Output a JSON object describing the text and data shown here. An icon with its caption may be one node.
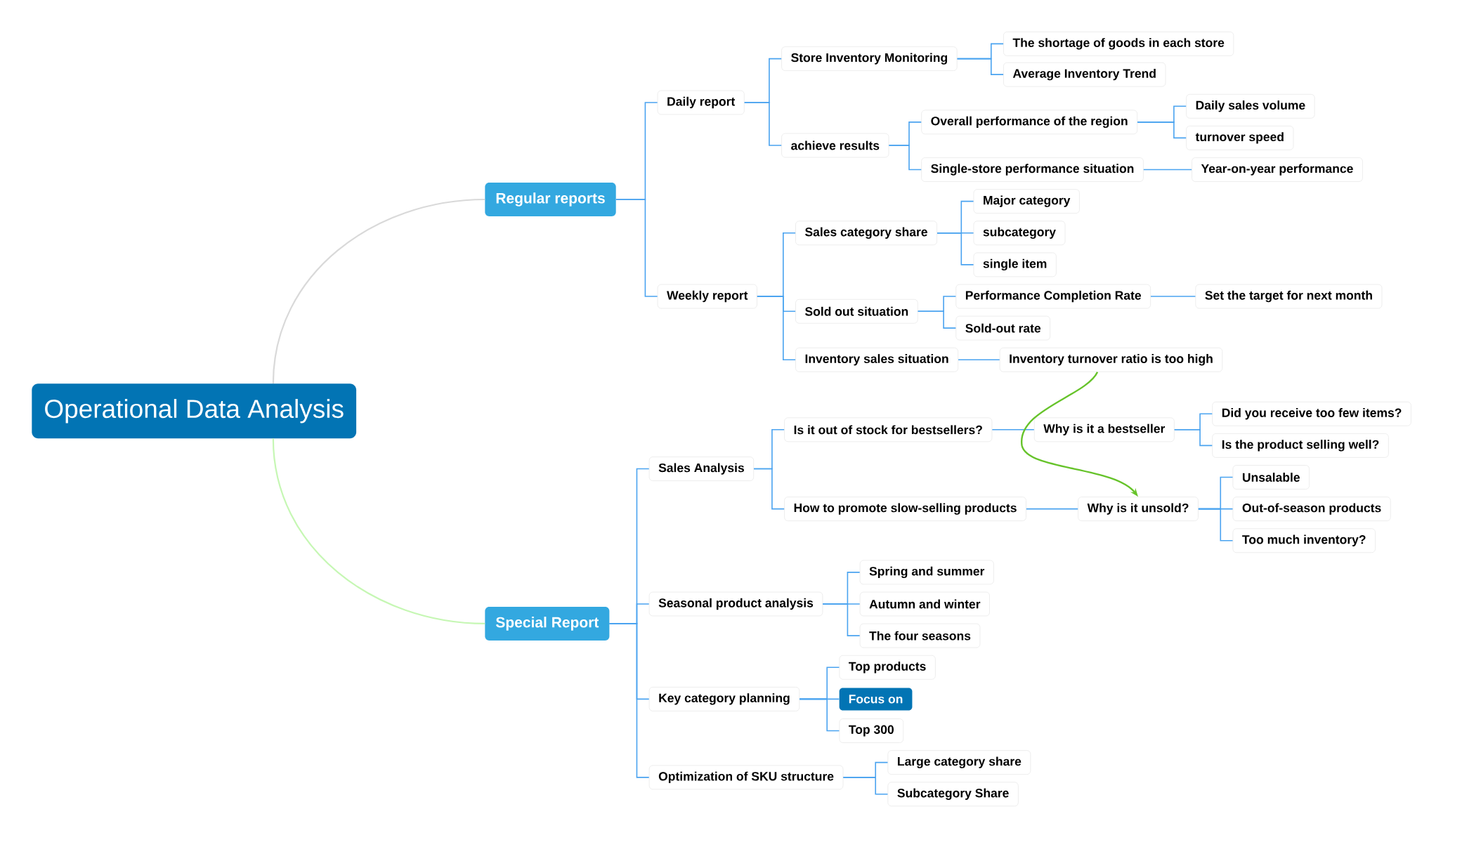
{
  "diagram": {
    "nodes": [
      {
        "text": [
          "Operational Data Analysis"
        ]
      },
      {
        "text": [
          "Regular reports"
        ]
      },
      {
        "text": [
          "Daily report"
        ]
      },
      {
        "text": [
          "Store Inventory Monitoring"
        ]
      },
      {
        "text": [
          "The shortage of goods in each store"
        ]
      },
      {
        "text": [
          "Average Inventory Trend"
        ]
      },
      {
        "text": [
          "achieve results"
        ]
      },
      {
        "text": [
          "Overall performance of the region"
        ]
      },
      {
        "text": [
          "Daily sales volume"
        ]
      },
      {
        "text": [
          "turnover speed"
        ]
      },
      {
        "text": [
          "Single-store performance situation"
        ]
      },
      {
        "text": [
          "Year-on-year performance"
        ]
      },
      {
        "text": [
          "Weekly report"
        ]
      },
      {
        "text": [
          "Sales category share"
        ]
      },
      {
        "text": [
          "Major category"
        ]
      },
      {
        "text": [
          "subcategory"
        ]
      },
      {
        "text": [
          "single item"
        ]
      },
      {
        "text": [
          "Sold out situation"
        ]
      },
      {
        "text": [
          "Performance Completion Rate"
        ]
      },
      {
        "text": [
          "Set the target for next month"
        ]
      },
      {
        "text": [
          "Sold-out rate"
        ]
      },
      {
        "text": [
          "Inventory sales situation"
        ]
      },
      {
        "text": [
          "Inventory turnover ratio is too high"
        ]
      },
      {
        "text": [
          "Special Report"
        ]
      },
      {
        "text": [
          "Sales Analysis"
        ]
      },
      {
        "text": [
          "Is it out of stock for bestsellers?"
        ]
      },
      {
        "text": [
          "Why is it a bestseller"
        ]
      },
      {
        "text": [
          "Did you receive too few items?"
        ]
      },
      {
        "text": [
          "Is the product selling well?"
        ]
      },
      {
        "text": [
          "How to promote slow-selling products"
        ]
      },
      {
        "text": [
          "Why is it unsold?"
        ]
      },
      {
        "text": [
          "Unsalable"
        ]
      },
      {
        "text": [
          "Out-of-season products"
        ]
      },
      {
        "text": [
          "Too much inventory?"
        ]
      },
      {
        "text": [
          "Seasonal product analysis"
        ]
      },
      {
        "text": [
          "Spring and summer"
        ]
      },
      {
        "text": [
          "Autumn and winter"
        ]
      },
      {
        "text": [
          "The four seasons"
        ]
      },
      {
        "text": [
          "Key category planning"
        ]
      },
      {
        "text": [
          "Top products"
        ]
      },
      {
        "text": [
          "Focus on"
        ]
      },
      {
        "text": [
          "Top 300"
        ]
      },
      {
        "text": [
          "Optimization of SKU structure"
        ]
      },
      {
        "text": [
          "Large category share"
        ]
      },
      {
        "text": [
          "Subcategory Share"
        ]
      }
    ],
    "edges": [
      {
        "from": 0,
        "to": 1,
        "arrow": "none",
        "color": "#d9d9d9"
      },
      {
        "from": 1,
        "to": 2,
        "arrow": "none"
      },
      {
        "from": 2,
        "to": 3,
        "arrow": "none"
      },
      {
        "from": 3,
        "to": 4,
        "arrow": "none"
      },
      {
        "from": 3,
        "to": 5,
        "arrow": "none"
      },
      {
        "from": 2,
        "to": 6,
        "arrow": "none"
      },
      {
        "from": 6,
        "to": 7,
        "arrow": "none"
      },
      {
        "from": 7,
        "to": 8,
        "arrow": "none"
      },
      {
        "from": 7,
        "to": 9,
        "arrow": "none"
      },
      {
        "from": 6,
        "to": 10,
        "arrow": "none"
      },
      {
        "from": 10,
        "to": 11,
        "arrow": "none"
      },
      {
        "from": 1,
        "to": 12,
        "arrow": "none"
      },
      {
        "from": 12,
        "to": 13,
        "arrow": "none"
      },
      {
        "from": 13,
        "to": 14,
        "arrow": "none"
      },
      {
        "from": 13,
        "to": 15,
        "arrow": "none"
      },
      {
        "from": 13,
        "to": 16,
        "arrow": "none"
      },
      {
        "from": 12,
        "to": 17,
        "arrow": "none"
      },
      {
        "from": 17,
        "to": 18,
        "arrow": "none"
      },
      {
        "from": 18,
        "to": 19,
        "arrow": "none"
      },
      {
        "from": 17,
        "to": 20,
        "arrow": "none"
      },
      {
        "from": 12,
        "to": 21,
        "arrow": "none"
      },
      {
        "from": 21,
        "to": 22,
        "arrow": "none"
      },
      {
        "from": 0,
        "to": 23,
        "arrow": "none",
        "color": "#c6f7b4"
      },
      {
        "from": 23,
        "to": 24,
        "arrow": "none"
      },
      {
        "from": 24,
        "to": 25,
        "arrow": "none"
      },
      {
        "from": 25,
        "to": 26,
        "arrow": "none"
      },
      {
        "from": 26,
        "to": 27,
        "arrow": "none"
      },
      {
        "from": 26,
        "to": 28,
        "arrow": "none"
      },
      {
        "from": 24,
        "to": 29,
        "arrow": "none"
      },
      {
        "from": 29,
        "to": 30,
        "arrow": "none"
      },
      {
        "from": 30,
        "to": 31,
        "arrow": "none"
      },
      {
        "from": 30,
        "to": 32,
        "arrow": "none"
      },
      {
        "from": 30,
        "to": 33,
        "arrow": "none"
      },
      {
        "from": 23,
        "to": 34,
        "arrow": "none"
      },
      {
        "from": 34,
        "to": 35,
        "arrow": "none"
      },
      {
        "from": 34,
        "to": 36,
        "arrow": "none"
      },
      {
        "from": 34,
        "to": 37,
        "arrow": "none"
      },
      {
        "from": 23,
        "to": 38,
        "arrow": "none"
      },
      {
        "from": 38,
        "to": 39,
        "arrow": "none"
      },
      {
        "from": 38,
        "to": 40,
        "arrow": "none"
      },
      {
        "from": 38,
        "to": 41,
        "arrow": "none"
      },
      {
        "from": 23,
        "to": 42,
        "arrow": "none"
      },
      {
        "from": 42,
        "to": 43,
        "arrow": "none"
      },
      {
        "from": 42,
        "to": 44,
        "arrow": "none"
      },
      {
        "from": 22,
        "to": 30,
        "arrow": "to",
        "color": "#66c32a"
      }
    ]
  }
}
